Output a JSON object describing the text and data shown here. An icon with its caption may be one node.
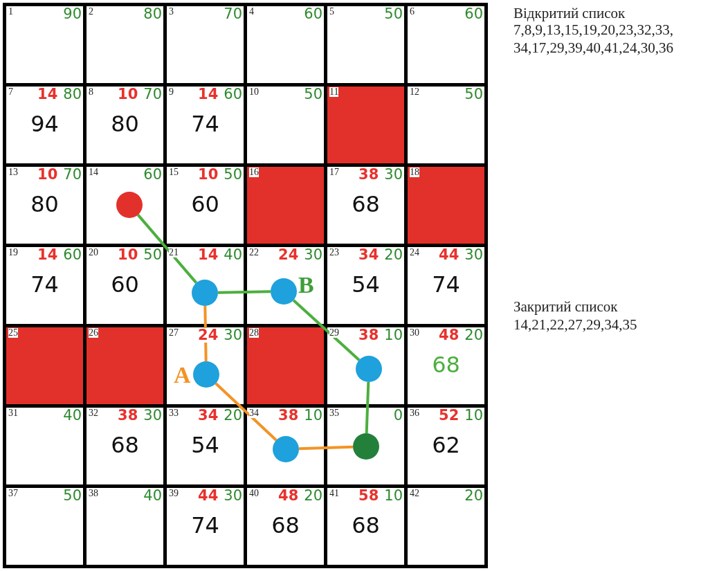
{
  "diagram": {
    "nodes": [
      {
        "text": [
          "1",
          "90"
        ]
      },
      {
        "text": [
          "2",
          "80"
        ]
      },
      {
        "text": [
          "3",
          "70"
        ]
      },
      {
        "text": [
          "4",
          "60"
        ]
      },
      {
        "text": [
          "5",
          "50"
        ]
      },
      {
        "text": [
          "6",
          "60"
        ]
      },
      {
        "text": [
          "7",
          "14",
          "80",
          "94"
        ]
      },
      {
        "text": [
          "8",
          "10",
          "70",
          "80"
        ]
      },
      {
        "text": [
          "9",
          "14",
          "60",
          "74"
        ]
      },
      {
        "text": [
          "10",
          "50"
        ]
      },
      {
        "text": [
          "11"
        ]
      },
      {
        "text": [
          "12",
          "50"
        ]
      },
      {
        "text": [
          "13",
          "10",
          "70",
          "80"
        ]
      },
      {
        "text": [
          "14",
          "60"
        ]
      },
      {
        "text": [
          "15",
          "10",
          "50",
          "60"
        ]
      },
      {
        "text": [
          "16"
        ]
      },
      {
        "text": [
          "17",
          "38",
          "30",
          "68"
        ]
      },
      {
        "text": [
          "18"
        ]
      },
      {
        "text": [
          "19",
          "14",
          "60",
          "74"
        ]
      },
      {
        "text": [
          "20",
          "10",
          "50",
          "60"
        ]
      },
      {
        "text": [
          "21",
          "14",
          "40"
        ]
      },
      {
        "text": [
          "22",
          "24",
          "30"
        ]
      },
      {
        "text": [
          "23",
          "34",
          "20",
          "54"
        ]
      },
      {
        "text": [
          "24",
          "44",
          "30",
          "74"
        ]
      },
      {
        "text": [
          "25"
        ]
      },
      {
        "text": [
          "26"
        ]
      },
      {
        "text": [
          "27",
          "24",
          "30"
        ]
      },
      {
        "text": [
          "28"
        ]
      },
      {
        "text": [
          "29",
          "38",
          "10"
        ]
      },
      {
        "text": [
          "30",
          "48",
          "20",
          "68"
        ]
      },
      {
        "text": [
          "31",
          "40"
        ]
      },
      {
        "text": [
          "32",
          "38",
          "30",
          "68"
        ]
      },
      {
        "text": [
          "33",
          "34",
          "20",
          "54"
        ]
      },
      {
        "text": [
          "34",
          "38",
          "10"
        ]
      },
      {
        "text": [
          "35",
          "0"
        ]
      },
      {
        "text": [
          "36",
          "52",
          "10",
          "62"
        ]
      },
      {
        "text": [
          "37",
          "50"
        ]
      },
      {
        "text": [
          "38",
          "40"
        ]
      },
      {
        "text": [
          "39",
          "44",
          "30",
          "74"
        ]
      },
      {
        "text": [
          "40",
          "48",
          "20",
          "68"
        ]
      },
      {
        "text": [
          "41",
          "58",
          "10",
          "68"
        ]
      },
      {
        "text": [
          "42",
          "20"
        ]
      },
      {
        "text": [],
        "shape": "circle",
        "in": 13
      },
      {
        "text": [],
        "shape": "circle",
        "in": 20
      },
      {
        "text": [],
        "shape": "circle",
        "in": 21,
        "beside": [
          "B"
        ]
      },
      {
        "text": [],
        "shape": "circle",
        "in": 26,
        "beside": [
          "A"
        ]
      },
      {
        "text": [],
        "shape": "circle",
        "in": 28
      },
      {
        "text": [],
        "shape": "circle",
        "in": 33
      },
      {
        "text": [],
        "shape": "circle",
        "in": 34
      }
    ],
    "edges": [
      {
        "from": 42,
        "to": 43,
        "arrow": "none"
      },
      {
        "from": 43,
        "to": 44,
        "arrow": "none"
      },
      {
        "from": 44,
        "to": 46,
        "arrow": "none"
      },
      {
        "from": 46,
        "to": 48,
        "arrow": "none"
      },
      {
        "from": 43,
        "to": 45,
        "arrow": "none",
        "color": "#f39325"
      },
      {
        "from": 45,
        "to": 47,
        "arrow": "none",
        "color": "#f39325"
      },
      {
        "from": 47,
        "to": 48,
        "arrow": "none",
        "color": "#f39325"
      }
    ],
    "labels": [
      "Відкритий список",
      "7,8,9,13,15,19,20,23,32,33, 34,17,29,39,40,41,24,30,36",
      "Закритий список",
      "14,21,22,27,29,34,35"
    ]
  }
}
